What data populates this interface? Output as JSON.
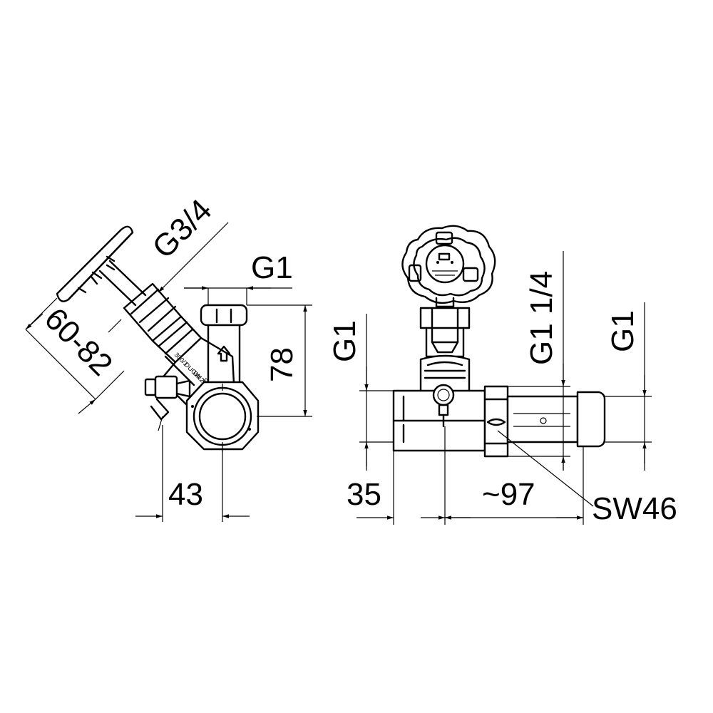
{
  "drawing": {
    "left_view": {
      "dimensions": {
        "g34": "G3/4",
        "g1_top": "G1",
        "d78": "78",
        "d6082": "60-82",
        "d43": "43"
      },
      "body_marks": {
        "line1": "300/1",
        "line2": "DUGW",
        "line3": "DN20",
        "line4": "DIN"
      }
    },
    "right_view": {
      "dimensions": {
        "g1_left": "G1",
        "g114": "G1 1/4",
        "g1_right": "G1",
        "d35": "35",
        "d97": "~97",
        "sw46": "SW46"
      }
    }
  }
}
